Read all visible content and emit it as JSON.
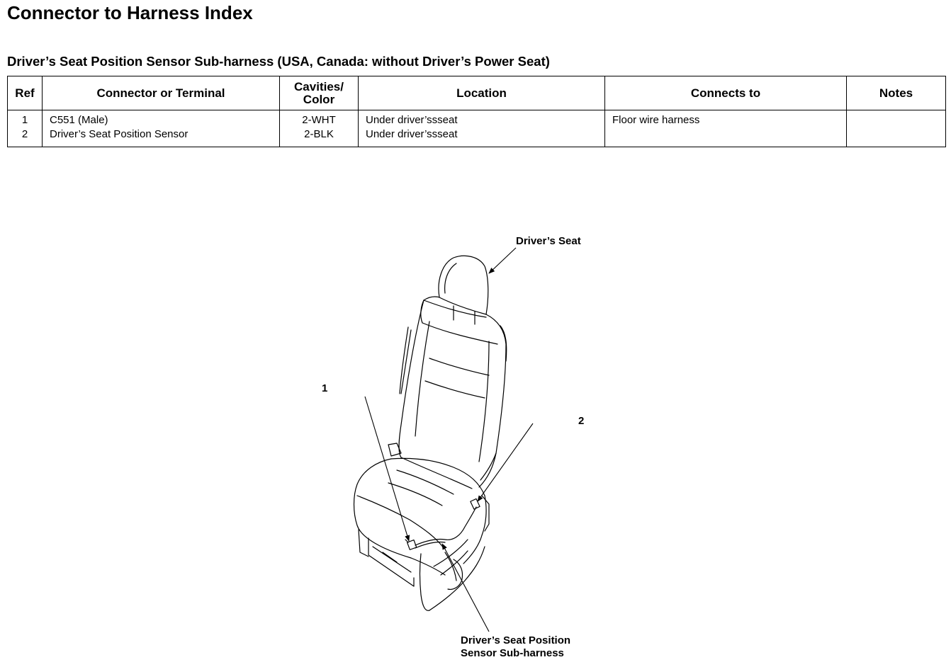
{
  "page_title": "Connector to Harness Index",
  "section_title": "Driver’s Seat Position Sensor Sub-harness (USA, Canada: without Driver’s Power Seat)",
  "table": {
    "headers": {
      "ref": "Ref",
      "connector": "Connector or Terminal",
      "cavities_line1": "Cavities/",
      "cavities_line2": "Color",
      "location": "Location",
      "connects_to": "Connects to",
      "notes": "Notes"
    },
    "rows": [
      {
        "ref": "1",
        "connector": "C551 (Male)",
        "cavities": "2-WHT",
        "location": "Under driver’ssseat",
        "connects_to": "Floor wire harness",
        "notes": ""
      },
      {
        "ref": "2",
        "connector": "Driver’s Seat Position Sensor",
        "cavities": "2-BLK",
        "location": "Under driver’ssseat",
        "connects_to": "",
        "notes": ""
      }
    ]
  },
  "diagram": {
    "label_seat": "Driver’s Seat",
    "label_ref1": "1",
    "label_ref2": "2",
    "label_harness_line1": "Driver’s Seat Position",
    "label_harness_line2": "Sensor Sub-harness"
  }
}
